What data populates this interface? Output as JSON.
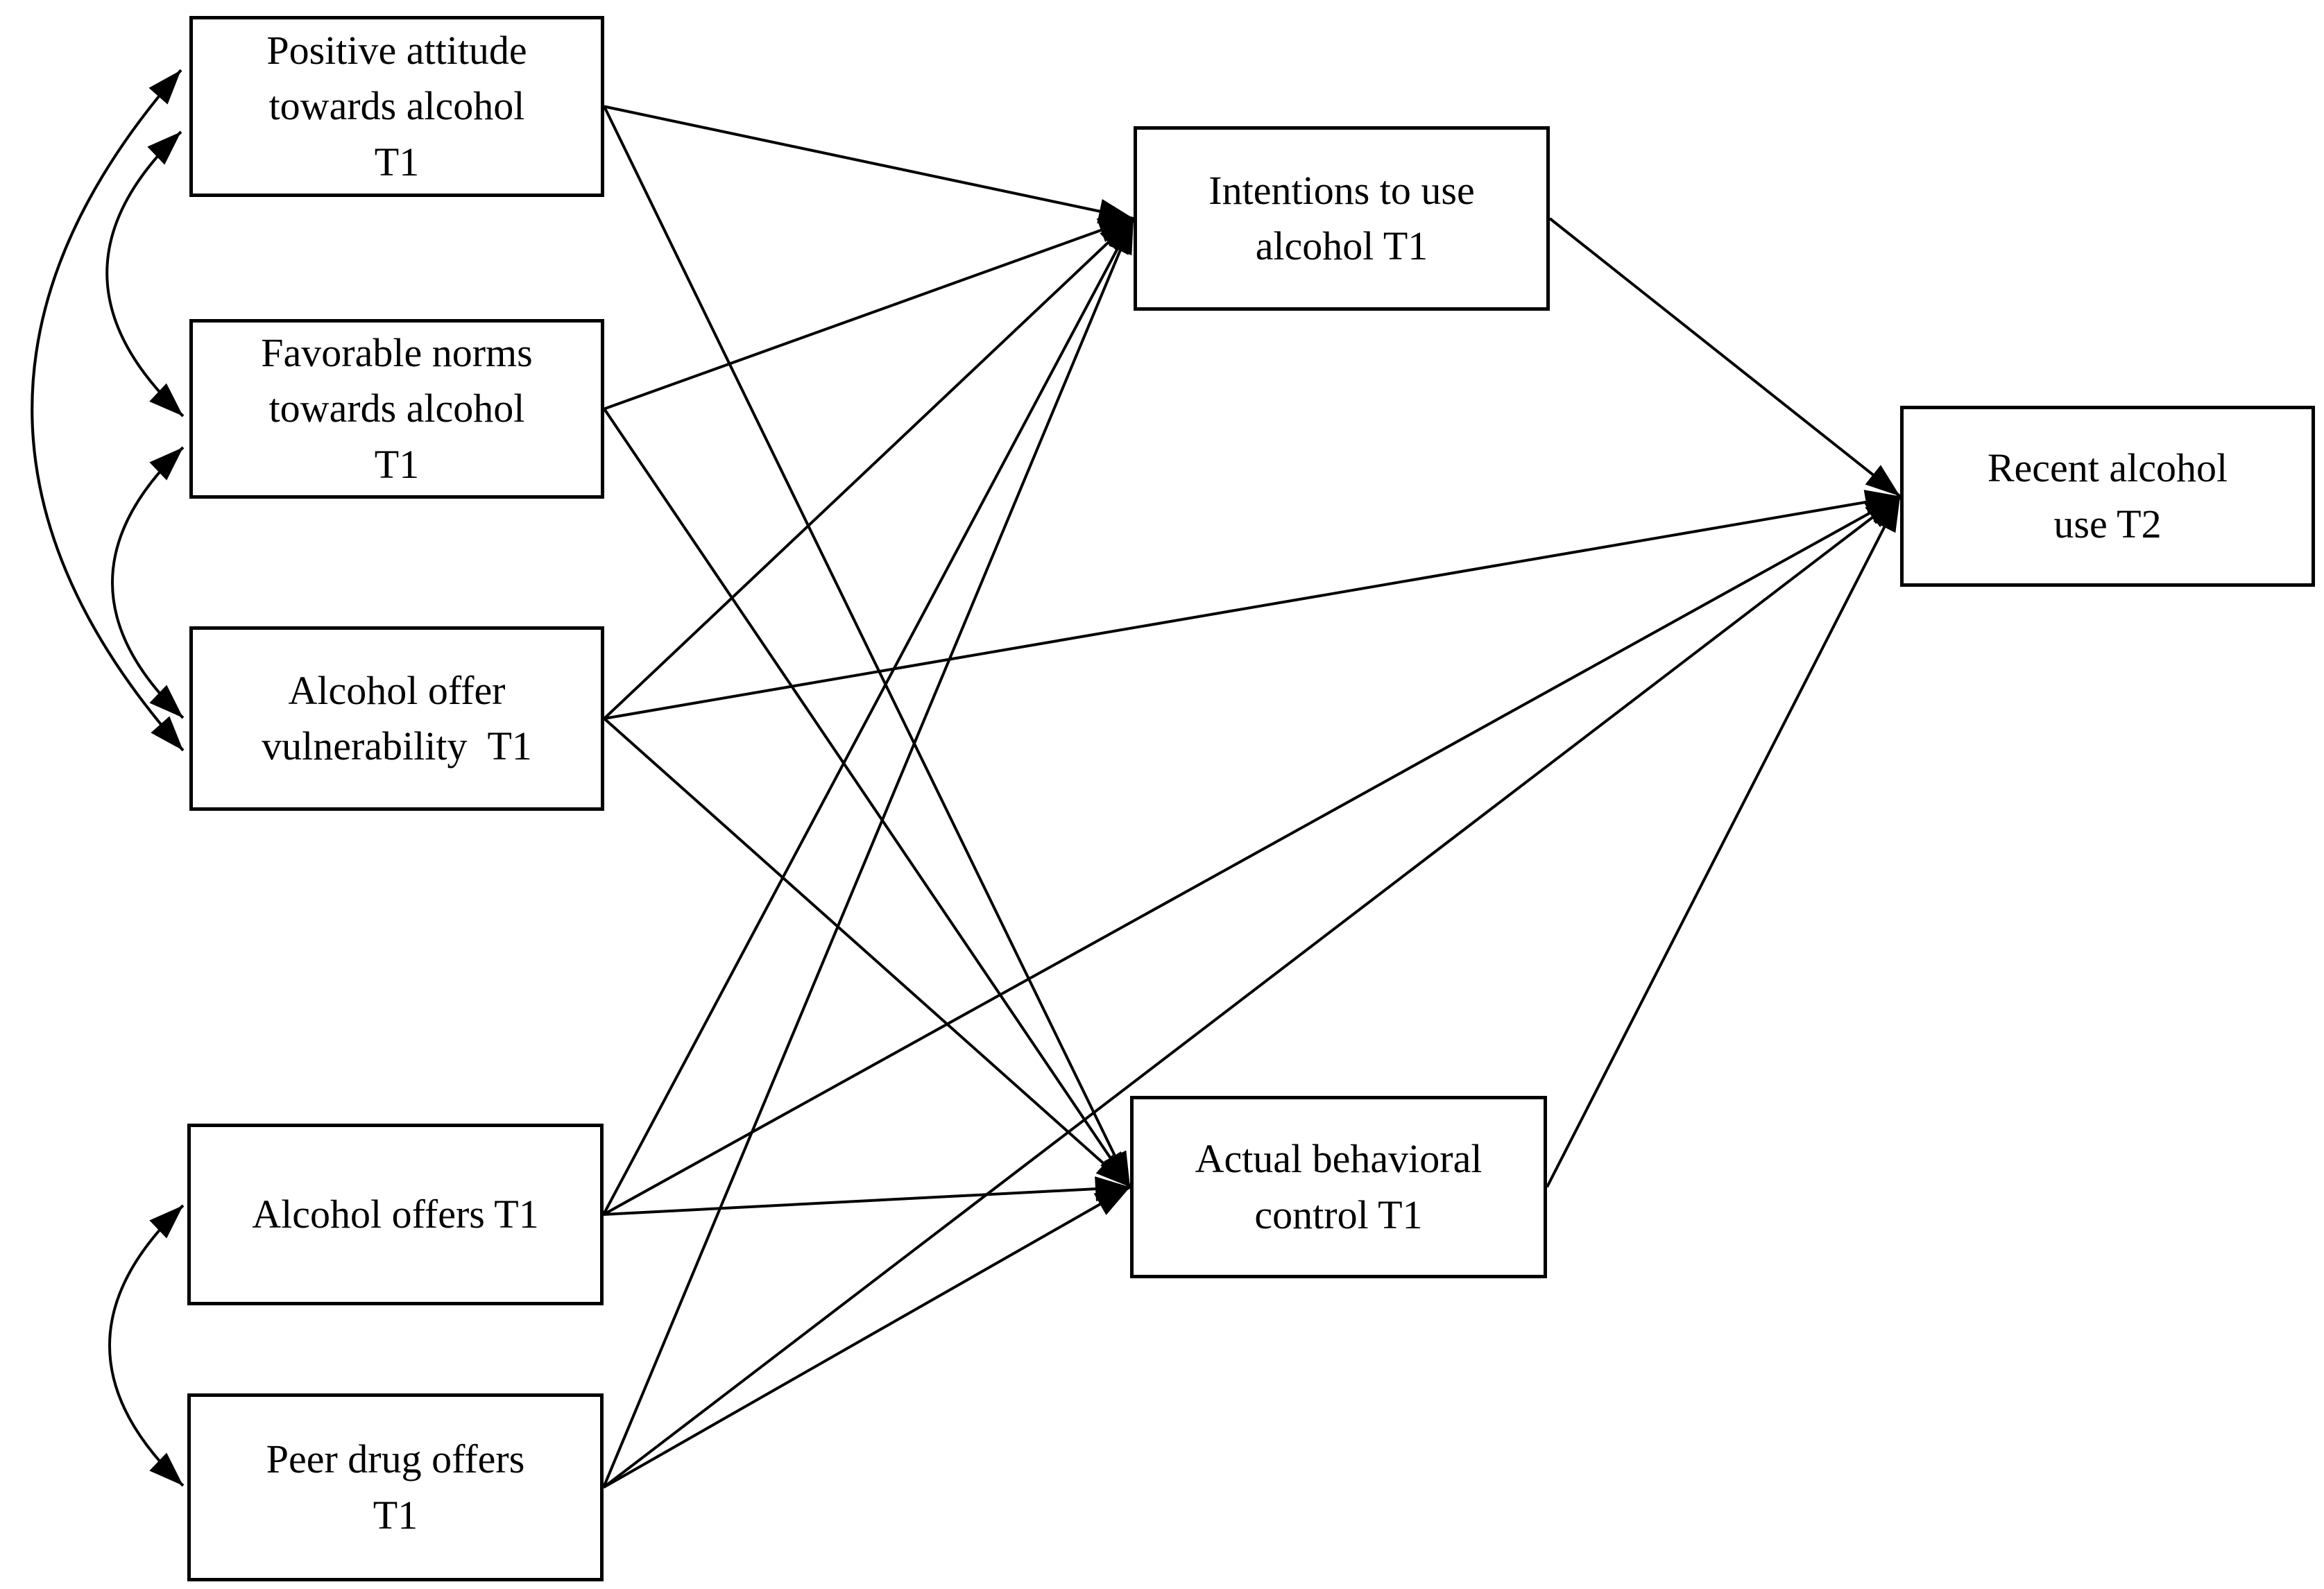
{
  "diagram": {
    "background_color": "#ffffff",
    "line_color": "#000000",
    "box_border_color": "#000000",
    "nodes": [
      {
        "id": "attitude",
        "label": "Positive attitude\ntowards alcohol\nT1"
      },
      {
        "id": "norms",
        "label": "Favorable norms\ntowards alcohol\nT1"
      },
      {
        "id": "vulnerability",
        "label": "Alcohol offer\nvulnerability  T1"
      },
      {
        "id": "alcohol_offers",
        "label": "Alcohol offers T1"
      },
      {
        "id": "peer_offers",
        "label": "Peer drug offers\nT1"
      },
      {
        "id": "intentions",
        "label": "Intentions to use\nalcohol T1"
      },
      {
        "id": "control",
        "label": "Actual behavioral\ncontrol T1"
      },
      {
        "id": "recent_use",
        "label": "Recent alcohol\nuse T2"
      }
    ],
    "edges": [
      {
        "from": "attitude",
        "to": "intentions",
        "type": "directed"
      },
      {
        "from": "norms",
        "to": "intentions",
        "type": "directed"
      },
      {
        "from": "vulnerability",
        "to": "intentions",
        "type": "directed"
      },
      {
        "from": "alcohol_offers",
        "to": "intentions",
        "type": "directed"
      },
      {
        "from": "peer_offers",
        "to": "intentions",
        "type": "directed"
      },
      {
        "from": "attitude",
        "to": "control",
        "type": "directed"
      },
      {
        "from": "norms",
        "to": "control",
        "type": "directed"
      },
      {
        "from": "vulnerability",
        "to": "control",
        "type": "directed"
      },
      {
        "from": "alcohol_offers",
        "to": "control",
        "type": "directed"
      },
      {
        "from": "peer_offers",
        "to": "control",
        "type": "directed"
      },
      {
        "from": "vulnerability",
        "to": "recent_use",
        "type": "directed"
      },
      {
        "from": "alcohol_offers",
        "to": "recent_use",
        "type": "directed"
      },
      {
        "from": "peer_offers",
        "to": "recent_use",
        "type": "directed"
      },
      {
        "from": "intentions",
        "to": "recent_use",
        "type": "directed"
      },
      {
        "from": "control",
        "to": "recent_use",
        "type": "directed"
      },
      {
        "from": "attitude",
        "to": "norms",
        "type": "covariance"
      },
      {
        "from": "attitude",
        "to": "vulnerability",
        "type": "covariance"
      },
      {
        "from": "norms",
        "to": "vulnerability",
        "type": "covariance"
      },
      {
        "from": "alcohol_offers",
        "to": "peer_offers",
        "type": "covariance"
      }
    ]
  }
}
